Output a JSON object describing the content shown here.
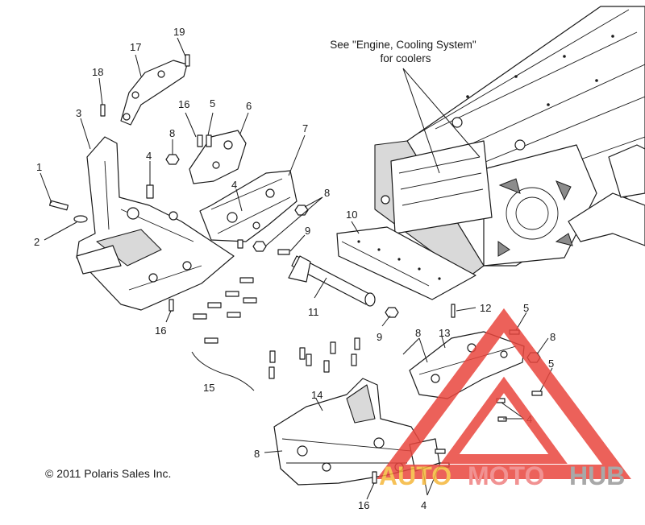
{
  "note": {
    "line1": "See \"Engine, Cooling System\"",
    "line2": "for coolers"
  },
  "copyright": "© 2011 Polaris Sales Inc.",
  "callouts": [
    "1",
    "2",
    "3",
    "4",
    "4",
    "4",
    "4",
    "5",
    "5",
    "5",
    "6",
    "7",
    "8",
    "8",
    "8",
    "8",
    "8",
    "9",
    "9",
    "10",
    "11",
    "12",
    "13",
    "14",
    "15",
    "16",
    "16",
    "16",
    "17",
    "18",
    "19"
  ],
  "watermark": {
    "text_auto": "AUTO",
    "text_moto": "MOTO",
    "text_hub": "HUB",
    "color_auto": "#f5b73a",
    "color_moto": "#ef7f7f",
    "color_hub": "#9a9a9a",
    "color_triangle": "#e9463e"
  }
}
